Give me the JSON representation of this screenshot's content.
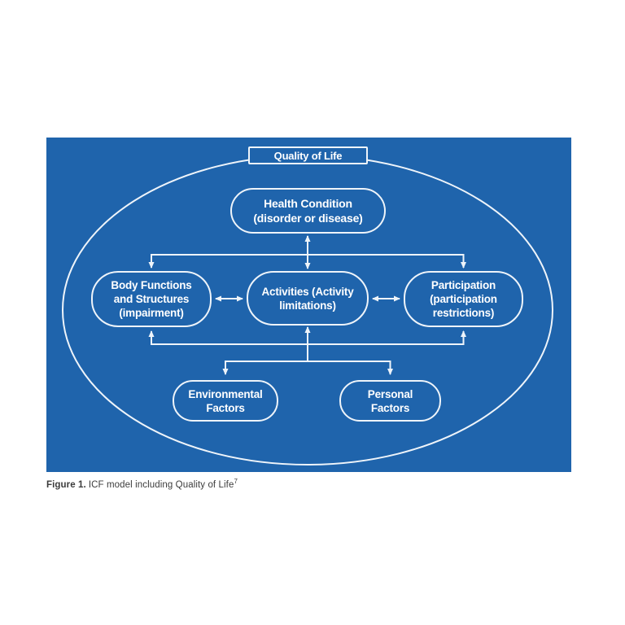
{
  "colors": {
    "panel": "#1f64ac",
    "stroke": "#eef4fa",
    "caption": "#3c3c3c",
    "page": "#ffffff"
  },
  "diagram": {
    "quality_of_life": "Quality of Life",
    "health_condition": {
      "line1": "Health Condition",
      "line2": "(disorder or disease)"
    },
    "body_functions": {
      "line1": "Body Functions",
      "line2": "and Structures",
      "line3": "(impairment)"
    },
    "activities": {
      "line1": "Activities (Activity",
      "line2": "limitations)"
    },
    "participation": {
      "line1": "Participation",
      "line2": "(participation",
      "line3": "restrictions)"
    },
    "environmental_factors": {
      "line1": "Environmental",
      "line2": "Factors"
    },
    "personal_factors": {
      "line1": "Personal",
      "line2": "Factors"
    }
  },
  "caption": {
    "label": "Figure 1.",
    "text": "ICF model including Quality of Life",
    "reference": "7"
  }
}
